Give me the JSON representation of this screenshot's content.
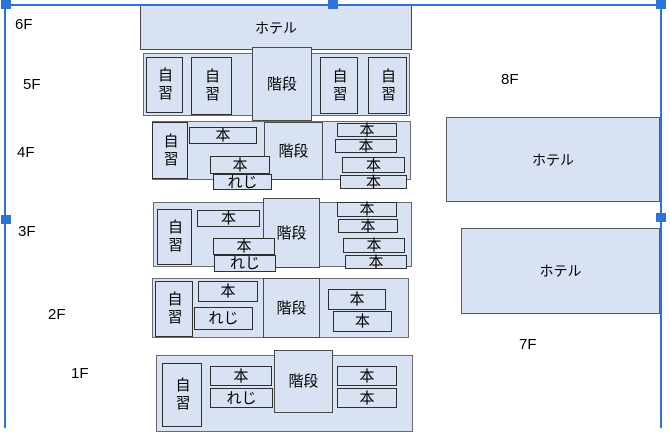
{
  "app": {
    "type": "diagram-editor-canvas",
    "description": "building floor plan diagram with selection handles"
  },
  "colors": {
    "shape_fill": "#d9e2f3",
    "room_border": "#2f2f2f",
    "big_border": "#595959",
    "selection": "#2e74d6",
    "background": "#ffffff",
    "text": "#000000"
  },
  "selection": {
    "color": "#2e74d6",
    "handles": [
      "top-left",
      "top-middle",
      "top-right",
      "middle-left",
      "middle-right"
    ]
  },
  "floor_labels": {
    "f6": "6F",
    "f5": "5F",
    "f4": "4F",
    "f3": "3F",
    "f2": "2F",
    "f1": "1F",
    "f8": "8F",
    "f7": "7F"
  },
  "room_labels": {
    "hotel": "ホテル",
    "study": "自習",
    "stairs": "階段",
    "book": "本",
    "register": "れじ"
  },
  "structure": {
    "6F": [
      "ホテル"
    ],
    "5F": [
      "自習",
      "自習",
      "階段",
      "自習",
      "自習"
    ],
    "4F": [
      "自習",
      "本",
      "本",
      "れじ",
      "階段",
      "本",
      "本",
      "本",
      "本"
    ],
    "3F": [
      "自習",
      "本",
      "本",
      "れじ",
      "階段",
      "本",
      "本",
      "本",
      "本"
    ],
    "2F": [
      "自習",
      "本",
      "れじ",
      "階段",
      "本",
      "本"
    ],
    "1F": [
      "自習",
      "本",
      "れじ",
      "階段",
      "本",
      "本"
    ],
    "8F": [
      "ホテル"
    ],
    "7F": [
      "ホテル"
    ]
  }
}
